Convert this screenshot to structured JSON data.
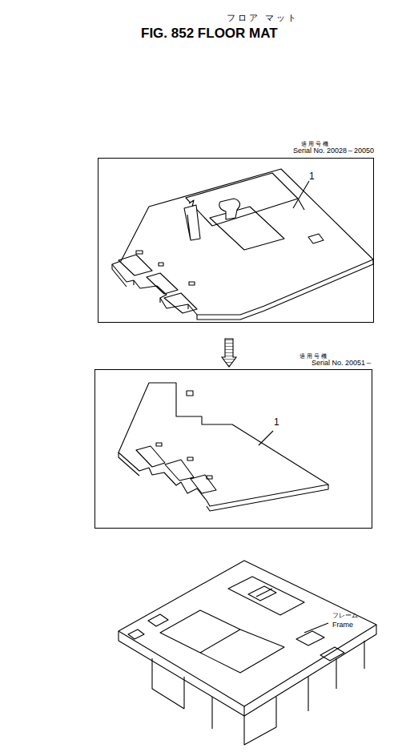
{
  "diagram": {
    "title": "FIG. 852 FLOOR MAT",
    "nodes": [
      {
        "text": [
          "適用号機",
          "Serial No. 20028～20050",
          "1"
        ]
      },
      {
        "text": [
          "適用号機",
          "Serial No. 20051～",
          "1"
        ]
      }
    ],
    "edges": [
      {
        "from": 0,
        "to": 1,
        "arrow": "to"
      }
    ],
    "labels": [
      "フロア マット",
      "フレーム",
      "Frame"
    ]
  }
}
